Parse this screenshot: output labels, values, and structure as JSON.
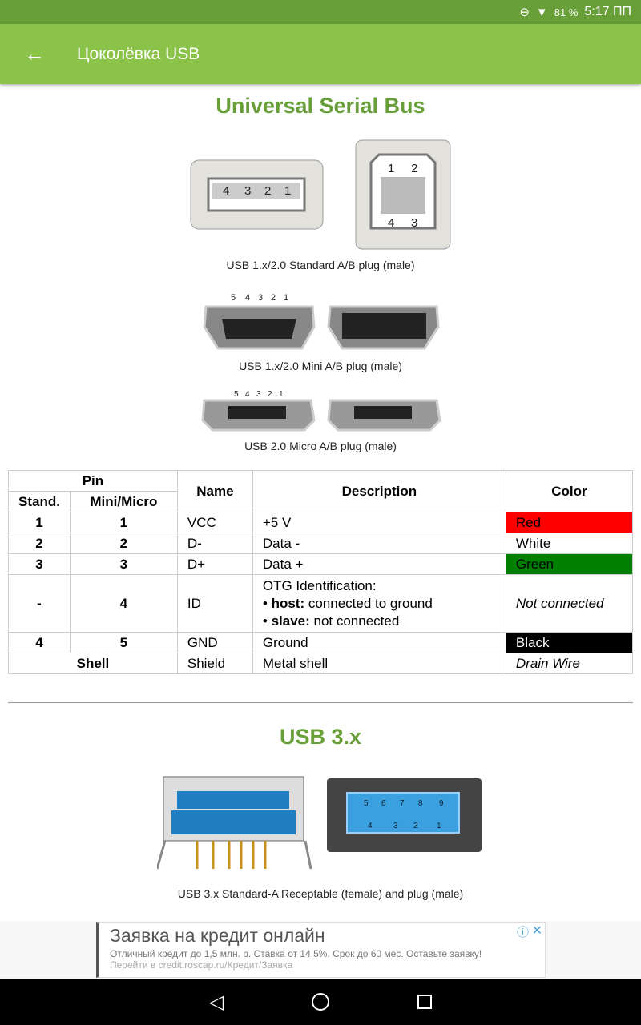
{
  "status": {
    "battery": "81 %",
    "time": "5:17 ПП"
  },
  "appbar": {
    "title": "Цоколёвка USB"
  },
  "section1": {
    "title": "Universal Serial Bus",
    "captions": [
      "USB 1.x/2.0 Standard A/B plug (male)",
      "USB 1.x/2.0 Mini A/B plug (male)",
      "USB 2.0 Micro A/B plug (male)"
    ],
    "pins_a": [
      "4",
      "3",
      "2",
      "1"
    ],
    "pins_b": [
      "1",
      "2",
      "4",
      "3"
    ],
    "pins_mini": [
      "5",
      "4",
      "3",
      "2",
      "1"
    ]
  },
  "table": {
    "header": {
      "pin": "Pin",
      "stand": "Stand.",
      "mini": "Mini/Micro",
      "name": "Name",
      "desc": "Description",
      "color": "Color"
    },
    "rows": [
      {
        "stand": "1",
        "mini": "1",
        "name": "VCC",
        "desc": "+5 V",
        "color": "Red",
        "bg": "#ff0000",
        "fg": "#000"
      },
      {
        "stand": "2",
        "mini": "2",
        "name": "D-",
        "desc": "Data -",
        "color": "White",
        "bg": "#ffffff",
        "fg": "#000"
      },
      {
        "stand": "3",
        "mini": "3",
        "name": "D+",
        "desc": "Data +",
        "color": "Green",
        "bg": "#008000",
        "fg": "#000"
      },
      {
        "stand": "-",
        "mini": "4",
        "name": "ID",
        "desc_title": "OTG Identification:",
        "host_b": "host:",
        "host": " connected to ground",
        "slave_b": "slave:",
        "slave": " not connected",
        "color": "Not connected"
      },
      {
        "stand": "4",
        "mini": "5",
        "name": "GND",
        "desc": "Ground",
        "color": "Black",
        "bg": "#000000",
        "fg": "#fff"
      },
      {
        "stand": "Shell",
        "name": "Shield",
        "desc": "Metal shell",
        "color": "Drain Wire"
      }
    ]
  },
  "section2": {
    "title": "USB 3.x",
    "caption": "USB 3.x Standard-A Receptable (female) and plug (male)",
    "pins_top": [
      "9",
      "8",
      "7",
      "6",
      "5"
    ],
    "pins_bottom": [
      "4",
      "3",
      "2",
      "1"
    ]
  },
  "ad": {
    "title": "Заявка на кредит онлайн",
    "text": "Отличный кредит до 1,5 млн. р. Ставка от 14,5%. Срок до 60 мес. Оставьте заявку!",
    "link": "Перейти в credit.roscap.ru/Кредит/Заявка"
  }
}
